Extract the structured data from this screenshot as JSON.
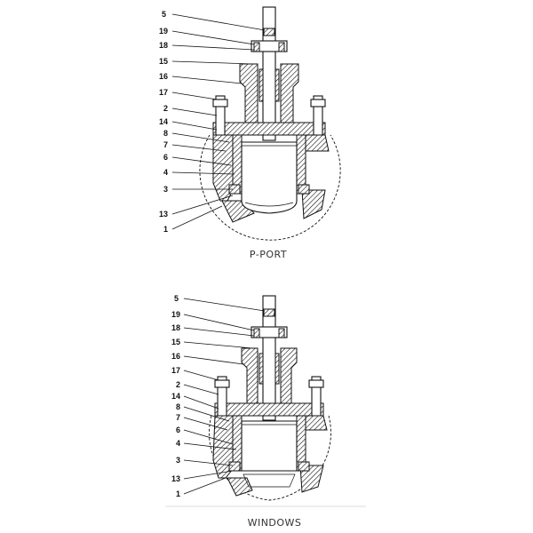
{
  "figures": [
    {
      "caption": "P-PORT",
      "labels": [
        "5",
        "19",
        "18",
        "15",
        "16",
        "17",
        "2",
        "14",
        "8",
        "7",
        "6",
        "4",
        "3",
        "13",
        "1"
      ]
    },
    {
      "caption": "WINDOWS",
      "labels": [
        "5",
        "19",
        "18",
        "15",
        "16",
        "17",
        "2",
        "14",
        "8",
        "7",
        "6",
        "4",
        "3",
        "13",
        "1"
      ]
    }
  ]
}
